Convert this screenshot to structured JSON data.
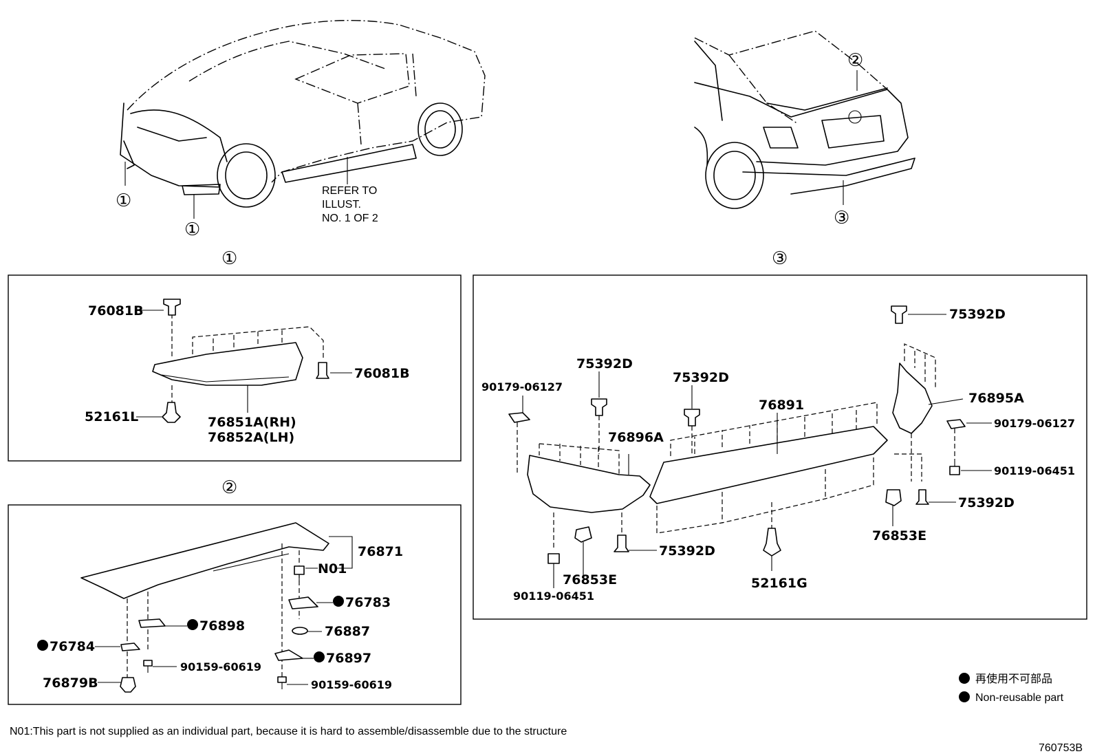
{
  "callouts": {
    "c1": "①",
    "c2": "②",
    "c3": "③"
  },
  "refer_note": {
    "line1": "REFER TO",
    "line2": "ILLUST.",
    "line3": "NO. 1 OF 2"
  },
  "panel1": {
    "p76081B_top": "76081B",
    "p76081B_right": "76081B",
    "p52161L": "52161L",
    "p76851A": "76851A(RH)",
    "p76852A": "76852A(LH)"
  },
  "panel2": {
    "p76871": "76871",
    "pN01": "N01",
    "p76783": "76783",
    "p76898": "76898",
    "p76887": "76887",
    "p76784": "76784",
    "p76897": "76897",
    "p90159_a": "90159-60619",
    "p90159_b": "90159-60619",
    "p76879B": "76879B"
  },
  "panel3": {
    "p90179_left": "90179-06127",
    "p75392D_a": "75392D",
    "p75392D_b": "75392D",
    "p75392D_top": "75392D",
    "p76891": "76891",
    "p76895A": "76895A",
    "p90179_right": "90179-06127",
    "p76896A": "76896A",
    "p90119_right": "90119-06451",
    "p75392D_right": "75392D",
    "p76853E_right": "76853E",
    "p75392D_bottom": "75392D",
    "p76853E_left": "76853E",
    "p90119_left": "90119-06451",
    "p52161G": "52161G"
  },
  "legend": {
    "jp": "再使用不可部品",
    "en": "Non-reusable part"
  },
  "footnote": "N01:This part is not supplied as an individual part, because it is hard to assemble/disassemble due to the structure",
  "figure_id": "760753B"
}
